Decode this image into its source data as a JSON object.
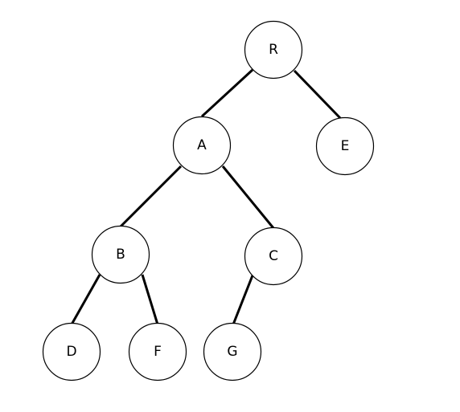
{
  "tree": {
    "nodes": [
      {
        "id": "R",
        "label": "R"
      },
      {
        "id": "A",
        "label": "A"
      },
      {
        "id": "E",
        "label": "E"
      },
      {
        "id": "B",
        "label": "B"
      },
      {
        "id": "C",
        "label": "C"
      },
      {
        "id": "D",
        "label": "D"
      },
      {
        "id": "F",
        "label": "F"
      },
      {
        "id": "G",
        "label": "G"
      }
    ],
    "edges": [
      {
        "from": "R",
        "to": "A"
      },
      {
        "from": "R",
        "to": "E"
      },
      {
        "from": "A",
        "to": "B"
      },
      {
        "from": "A",
        "to": "C"
      },
      {
        "from": "B",
        "to": "D"
      },
      {
        "from": "B",
        "to": "F"
      },
      {
        "from": "C",
        "to": "G"
      }
    ]
  }
}
